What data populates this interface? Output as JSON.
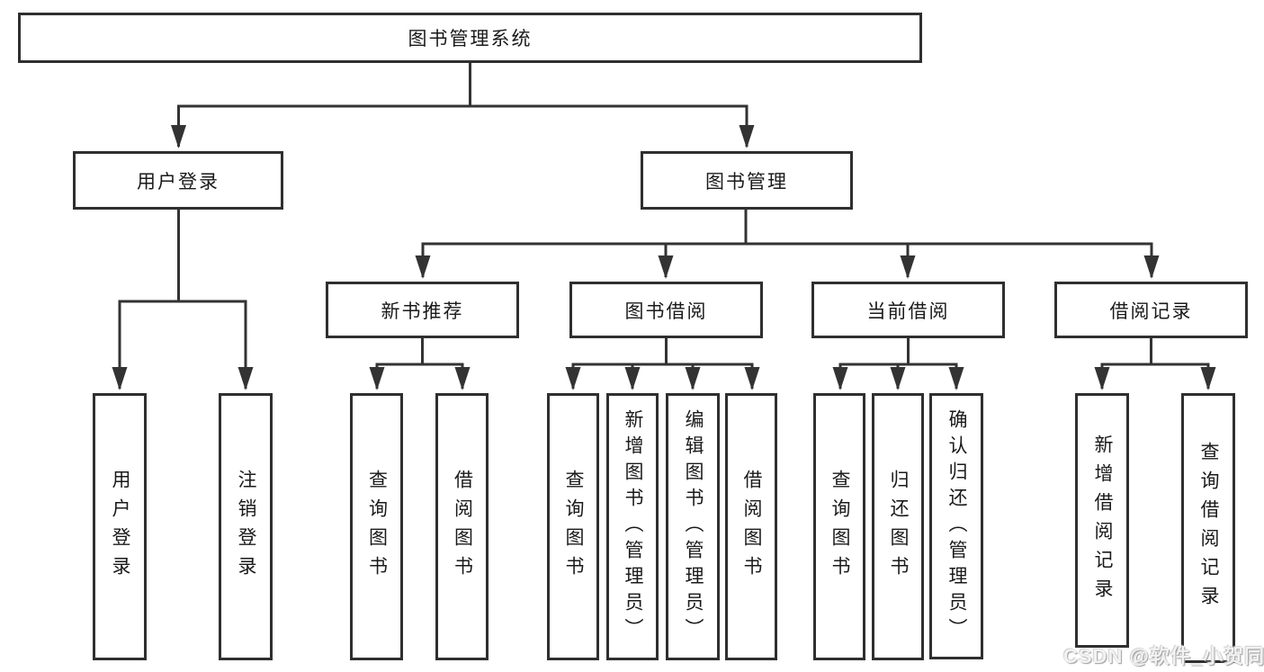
{
  "diagram": {
    "root": {
      "label": "图书管理系统"
    },
    "branches": [
      {
        "label": "用户登录",
        "children": [
          "用户登录",
          "注销登录"
        ]
      },
      {
        "label": "图书管理",
        "sections": [
          {
            "label": "新书推荐",
            "children": [
              "查询图书",
              "借阅图书"
            ]
          },
          {
            "label": "图书借阅",
            "children": [
              "查询图书",
              "新增图书（管理员）",
              "编辑图书（管理员）",
              "借阅图书"
            ]
          },
          {
            "label": "当前借阅",
            "children": [
              "查询图书",
              "归还图书",
              "确认归还（管理员）"
            ]
          },
          {
            "label": "借阅记录",
            "children": [
              "新增借阅记录",
              "查询借阅记录"
            ]
          }
        ]
      }
    ]
  },
  "watermark": {
    "text": "CSDN @软件_小贺同学"
  },
  "colors": {
    "line": "#333333",
    "box_border": "#2f2f2f",
    "box_fill": "#ffffff",
    "text": "#1a1a1a",
    "background": "#ffffff",
    "watermark_text": "#f2f2f2"
  }
}
